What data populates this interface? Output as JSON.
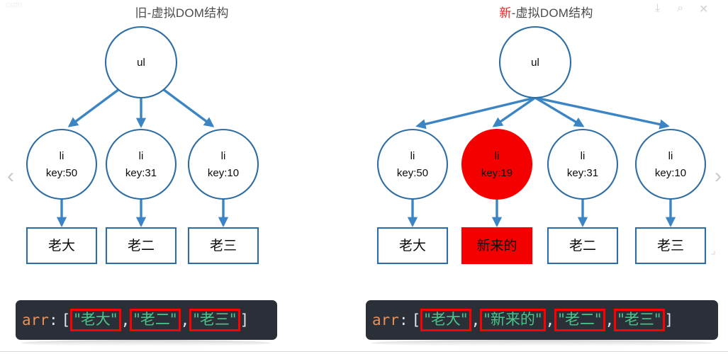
{
  "viewer": {
    "prev_label": "‹",
    "next_label": "›",
    "watermark": "csdn",
    "tools": [
      {
        "name": "download-icon",
        "glyph": "⤓"
      },
      {
        "name": "zoom-out-icon",
        "glyph": "⌕"
      },
      {
        "name": "close-icon",
        "glyph": "✕"
      }
    ]
  },
  "panels": [
    {
      "id": "old",
      "title_prefix": "",
      "title_prefix_highlight": "",
      "title": "旧-虚拟DOM结构",
      "root": {
        "label": "ul"
      },
      "children": [
        {
          "key_label": "li",
          "key_value": "key:50",
          "leaf": "老大",
          "highlight": false
        },
        {
          "key_label": "li",
          "key_value": "key:31",
          "leaf": "老二",
          "highlight": false
        },
        {
          "key_label": "li",
          "key_value": "key:10",
          "leaf": "老三",
          "highlight": false
        }
      ],
      "code": {
        "var_name": "arr",
        "colon": ":",
        "open_bracket": "[",
        "close_bracket": "]",
        "comma": ",",
        "items": [
          {
            "text": "\"老大\"",
            "boxed": true
          },
          {
            "text": "\"老二\"",
            "boxed": true
          },
          {
            "text": "\"老三\"",
            "boxed": true
          }
        ]
      }
    },
    {
      "id": "new",
      "title_prefix_highlight": "新",
      "title": "-虚拟DOM结构",
      "root": {
        "label": "ul"
      },
      "children": [
        {
          "key_label": "li",
          "key_value": "key:50",
          "leaf": "老大",
          "highlight": false
        },
        {
          "key_label": "li",
          "key_value": "key:19",
          "leaf": "新来的",
          "highlight": true
        },
        {
          "key_label": "li",
          "key_value": "key:31",
          "leaf": "老二",
          "highlight": false
        },
        {
          "key_label": "li",
          "key_value": "key:10",
          "leaf": "老三",
          "highlight": false
        }
      ],
      "code": {
        "var_name": "arr",
        "colon": ":",
        "open_bracket": "[",
        "close_bracket": "]",
        "comma": ",",
        "items": [
          {
            "text": "\"老大\"",
            "boxed": true
          },
          {
            "text": "\"新来的\"",
            "boxed": true
          },
          {
            "text": "\"老二\"",
            "boxed": true
          },
          {
            "text": "\"老三\"",
            "boxed": true
          }
        ]
      }
    }
  ],
  "colors": {
    "node_stroke": "#2e6da4",
    "edge": "#3b85c4",
    "highlight": "#f50000",
    "code_bg": "#2b2f38",
    "code_string": "#49c58a",
    "code_var": "#e8905a",
    "box_outline": "#ff0000",
    "title_text": "#4d4d4d"
  }
}
